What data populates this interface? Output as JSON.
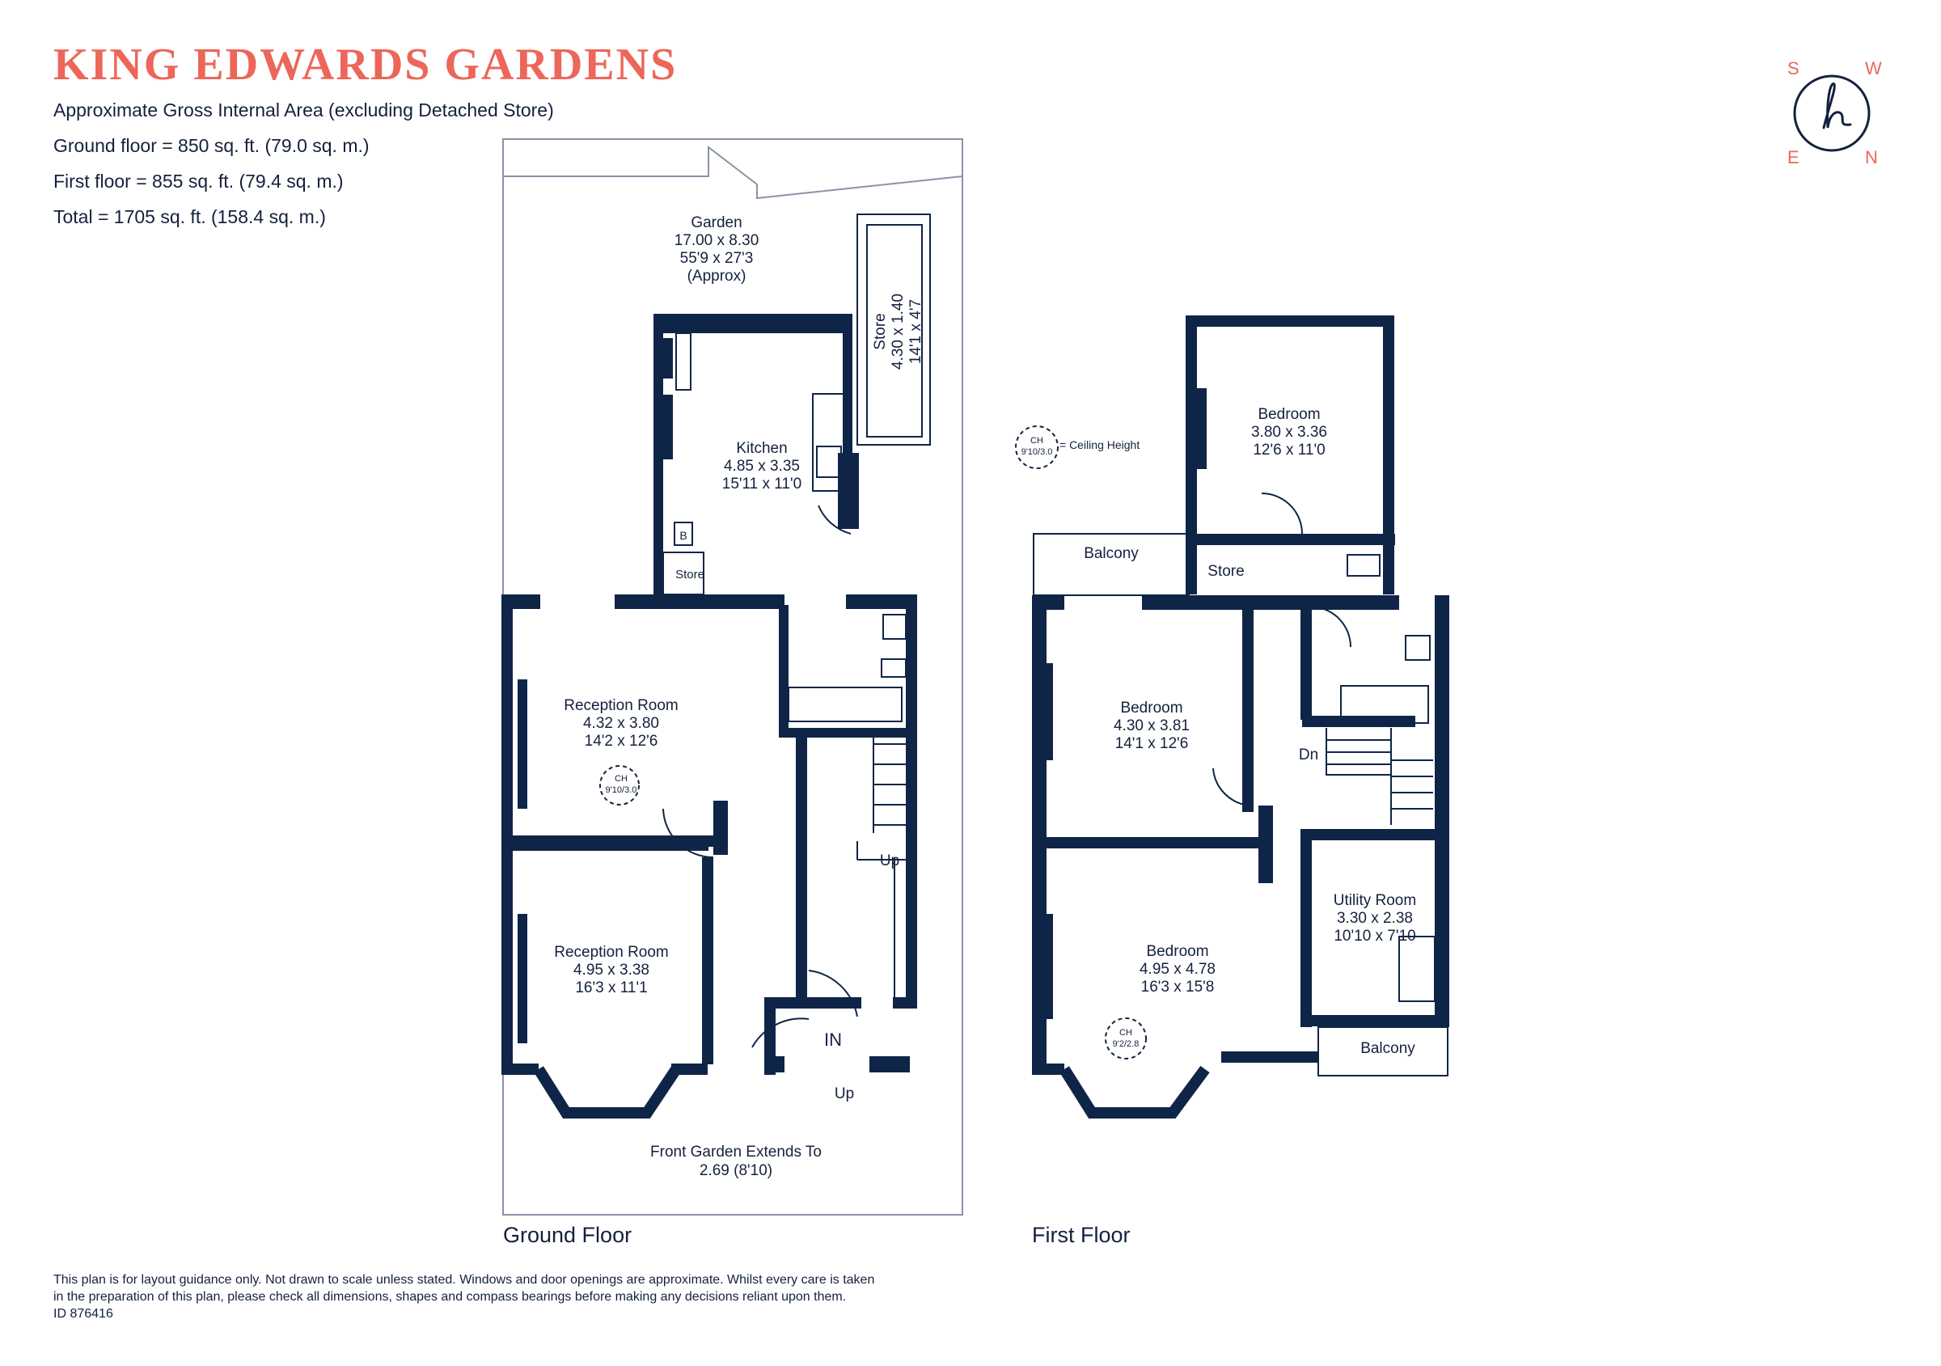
{
  "header": {
    "title": "KING EDWARDS GARDENS",
    "subtitle": "Approximate Gross Internal Area (excluding Detached Store)",
    "ground": "Ground floor = 850 sq. ft. (79.0 sq. m.)",
    "first": "First floor  = 855 sq. ft. (79.4 sq. m.)",
    "total": "Total =  1705 sq. ft. (158.4 sq. m.)"
  },
  "compass": {
    "s": "S",
    "w": "W",
    "e": "E",
    "n": "N",
    "icon": "compass-logo-icon"
  },
  "ground_floor": {
    "label": "Ground Floor",
    "garden": {
      "name": "Garden",
      "metric": "17.00 x 8.30",
      "imperial": "55'9 x 27'3",
      "note": "(Approx)"
    },
    "store": {
      "name": "Store",
      "metric": "4.30 x 1.40",
      "imperial": "14'1 x 4'7"
    },
    "kitchen": {
      "name": "Kitchen",
      "metric": "4.85 x 3.35",
      "imperial": "15'11 x 11'0"
    },
    "boiler": "B",
    "small_store": "Store",
    "reception1": {
      "name": "Reception Room",
      "metric": "4.32 x 3.80",
      "imperial": "14'2 x 12'6"
    },
    "reception1_ch": {
      "ch": "CH",
      "value": "9'10/3.0"
    },
    "reception2": {
      "name": "Reception Room",
      "metric": "4.95 x 3.38",
      "imperial": "16'3 x 11'1"
    },
    "stairs_up": "Up",
    "entrance": "IN",
    "entrance_up": "Up",
    "front_garden": {
      "line1": "Front Garden Extends To",
      "line2": "2.69 (8'10)"
    }
  },
  "first_floor": {
    "label": "First Floor",
    "legend": {
      "ch": "CH",
      "value": "9'10/3.0",
      "text": "= Ceiling Height"
    },
    "bedroom_rear": {
      "name": "Bedroom",
      "metric": "3.80 x 3.36",
      "imperial": "12'6 x 11'0"
    },
    "store": "Store",
    "balcony_rear": "Balcony",
    "bedroom_mid": {
      "name": "Bedroom",
      "metric": "4.30 x 3.81",
      "imperial": "14'1 x 12'6"
    },
    "stairs_down": "Dn",
    "bedroom_front": {
      "name": "Bedroom",
      "metric": "4.95 x 4.78",
      "imperial": "16'3 x 15'8"
    },
    "bedroom_front_ch": {
      "ch": "CH",
      "value": "9'2/2.8"
    },
    "utility": {
      "name": "Utility Room",
      "metric": "3.30 x 2.38",
      "imperial": "10'10 x 7'10"
    },
    "balcony_front": "Balcony"
  },
  "disclaimer": {
    "line1": "This plan is for layout guidance only. Not drawn to scale unless stated. Windows and door openings are approximate. Whilst every care is taken",
    "line2": "in the preparation of this plan, please check all dimensions, shapes and compass bearings before making any decisions reliant upon them.",
    "line3": "ID 876416"
  },
  "colors": {
    "wall": "#0f2548",
    "title": "#ec6659",
    "compass": "#ec6659",
    "text": "#14213d"
  }
}
